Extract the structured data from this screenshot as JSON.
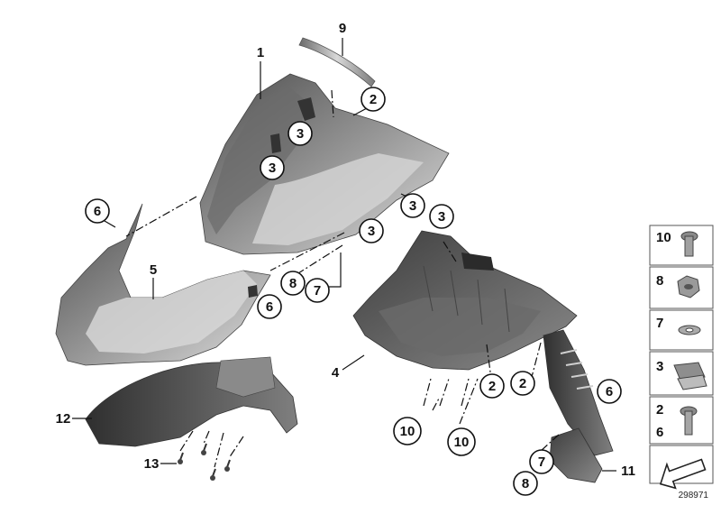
{
  "parts": {
    "p1": "1",
    "p2a": "2",
    "p3a": "3",
    "p3b": "3",
    "p3c": "3",
    "p3d": "3",
    "p3e": "3",
    "p4": "4",
    "p5": "5",
    "p6a": "6",
    "p6b": "6",
    "p6c": "6",
    "p7a": "7",
    "p7b": "7",
    "p8a": "8",
    "p8b": "8",
    "p9": "9",
    "p10a": "10",
    "p10b": "10",
    "p11": "11",
    "p12": "12",
    "p13": "13",
    "p2b": "2",
    "p2c": "2"
  },
  "legend": {
    "rows": [
      {
        "labels": [
          "10"
        ],
        "icon": "bolt-flange-icon"
      },
      {
        "labels": [
          "8"
        ],
        "icon": "hex-nut-icon"
      },
      {
        "labels": [
          "7"
        ],
        "icon": "washer-icon"
      },
      {
        "labels": [
          "3"
        ],
        "icon": "clip-nut-icon"
      },
      {
        "labels": [
          "2",
          "6"
        ],
        "icon": "torx-bolt-icon"
      },
      {
        "labels": [],
        "icon": "arrow-icon"
      }
    ]
  },
  "reference_number": "298971",
  "colors": {
    "part_dark": "#5f5f5f",
    "part_mid": "#8e8e8e",
    "part_light": "#c9c9c9",
    "line": "#111111"
  }
}
